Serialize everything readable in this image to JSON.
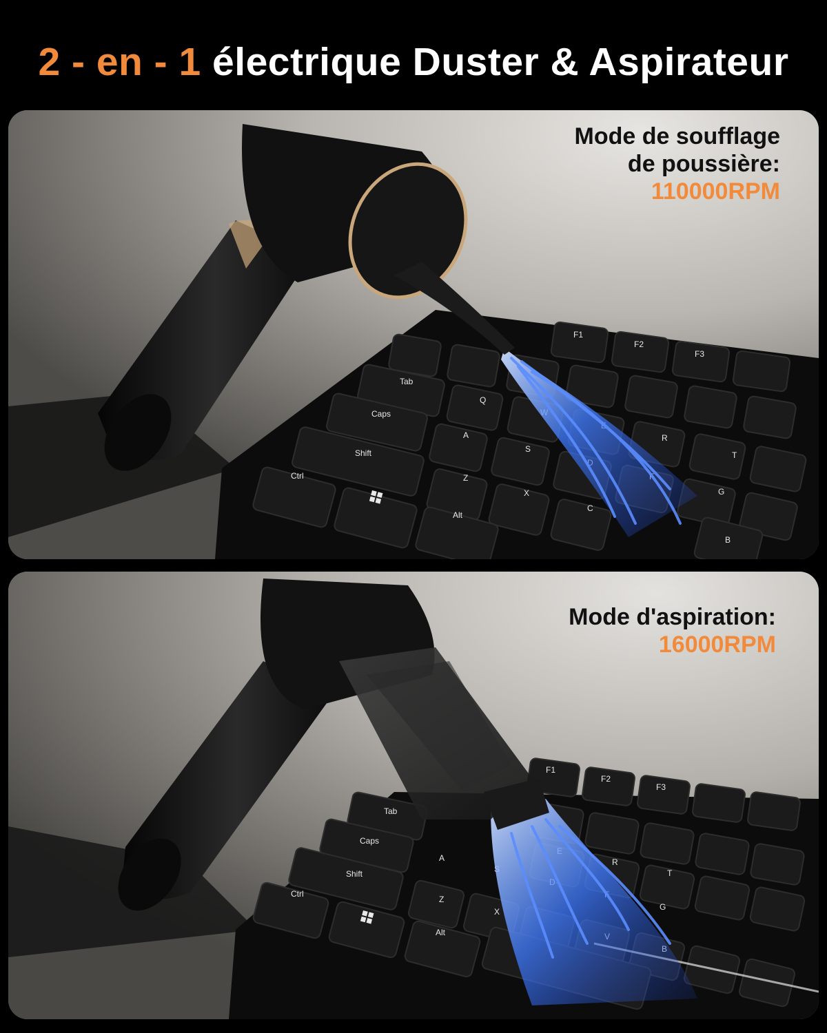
{
  "title": {
    "accent": "2 - en - 1",
    "rest": " électrique Duster & Aspirateur"
  },
  "panels": {
    "blow": {
      "line1": "Mode de soufflage",
      "line2": "de poussière:",
      "rpm": "110000RPM"
    },
    "suction": {
      "line1": "Mode d'aspiration:",
      "rpm": "16000RPM"
    }
  },
  "keyboard_labels": {
    "blow": [
      "F1",
      "F2",
      "F3",
      "Tab",
      "Caps",
      "Shift",
      "Ctrl",
      "Q",
      "W",
      "E",
      "R",
      "T",
      "A",
      "S",
      "D",
      "F",
      "G",
      "Z",
      "X",
      "C",
      "B",
      "Alt"
    ],
    "suction": [
      "F1",
      "F2",
      "F3",
      "Tab",
      "Caps",
      "Shift",
      "Ctrl",
      "E",
      "R",
      "T",
      "A",
      "S",
      "D",
      "F",
      "G",
      "Z",
      "X",
      "V",
      "B",
      "Alt"
    ]
  },
  "colors": {
    "accent": "#f28a3c",
    "airflow": "#2f6cff",
    "background": "#000000"
  },
  "icons": [
    "windows-key-icon",
    "airflow-arrows-icon",
    "duster-device-icon",
    "vacuum-device-icon"
  ]
}
